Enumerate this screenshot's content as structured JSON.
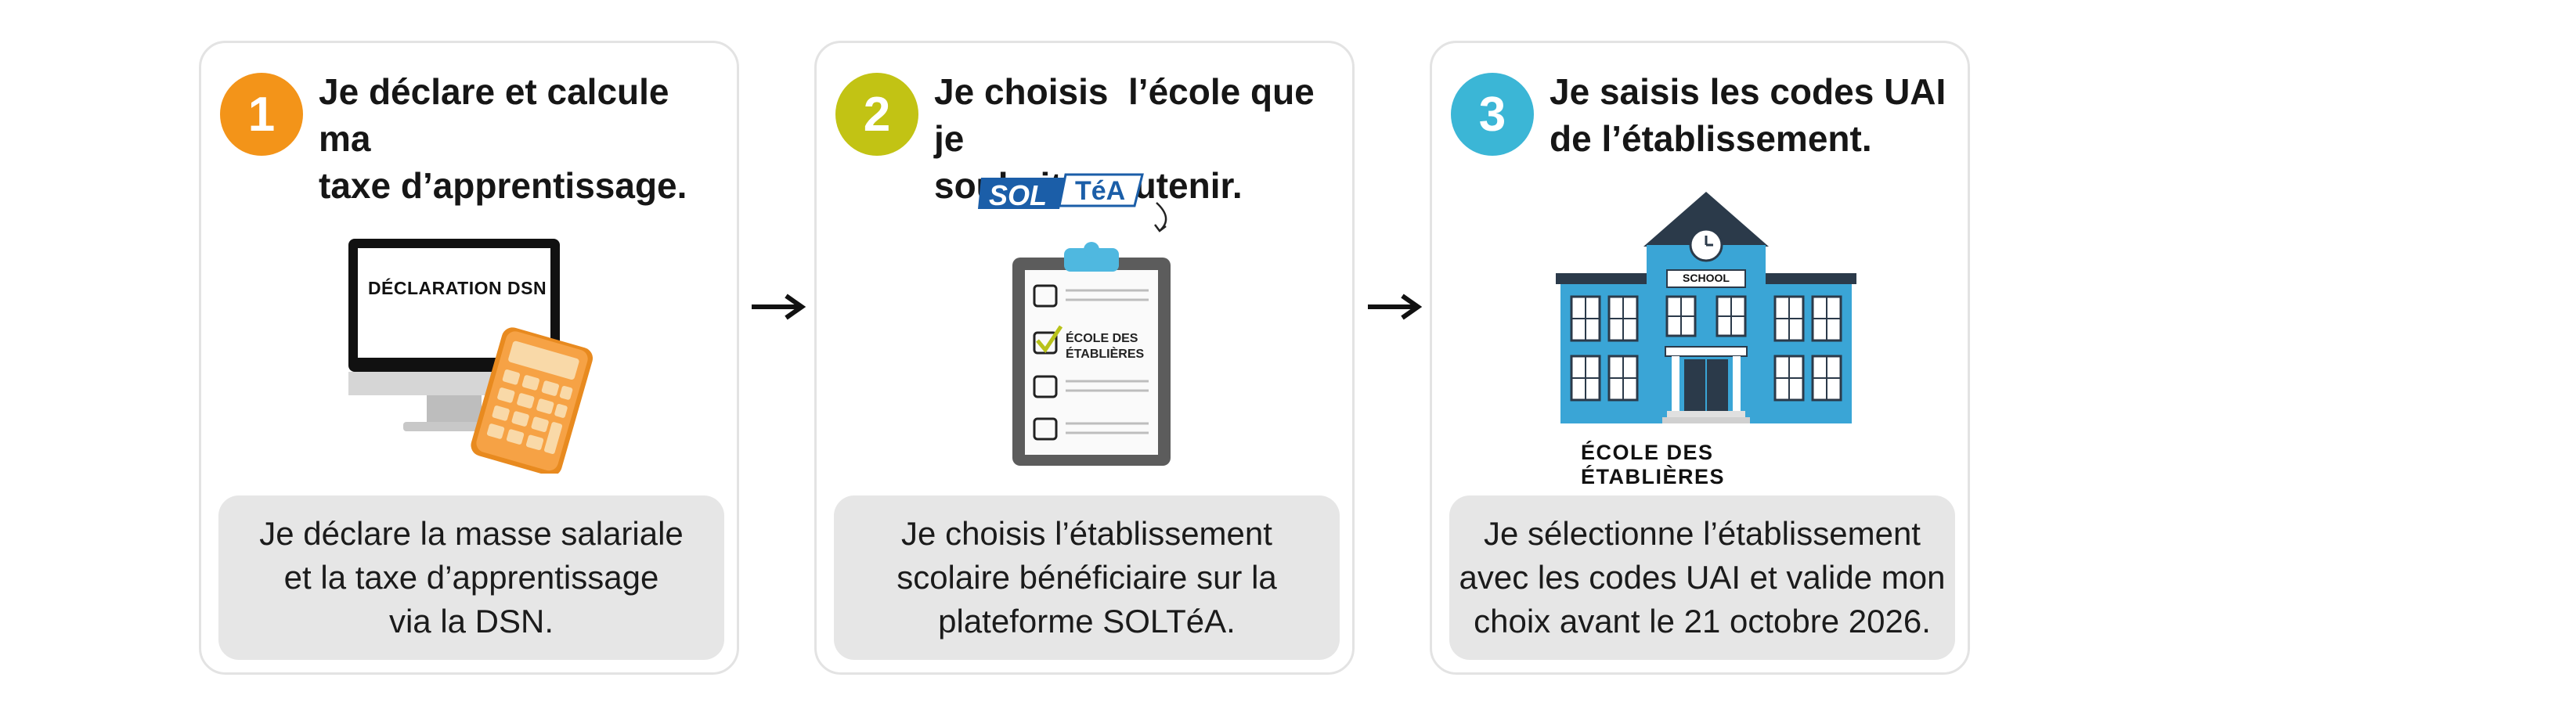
{
  "steps": [
    {
      "number": "1",
      "title": "Je déclare et calcule ma\ntaxe d’apprentissage.",
      "description": "Je déclare la masse salariale\net la taxe d’apprentissage\nvia la DSN.",
      "screen_text": "DÉCLARATION DSN",
      "badge_color": "#f39419"
    },
    {
      "number": "2",
      "title": "Je choisis  l’école que je\nsouhaite soutenir.",
      "description": "Je choisis l’établissement\nscolaire bénéficiaire sur la\nplateforme SOLTéA.",
      "logo_left": "SOL",
      "logo_right": "TéA",
      "checklist_label": "ÉCOLE DES\nÉTABLIÈRES",
      "badge_color": "#c2c314"
    },
    {
      "number": "3",
      "title": "Je saisis les codes UAI\nde l’établissement.",
      "description": "Je sélectionne l’établissement\navec les codes UAI et valide mon\nchoix avant le 21 octobre 2026.",
      "building_sign": "SCHOOL",
      "school_name": "ÉCOLE DES ÉTABLIÈRES",
      "badge_color": "#3bb6d6"
    }
  ]
}
